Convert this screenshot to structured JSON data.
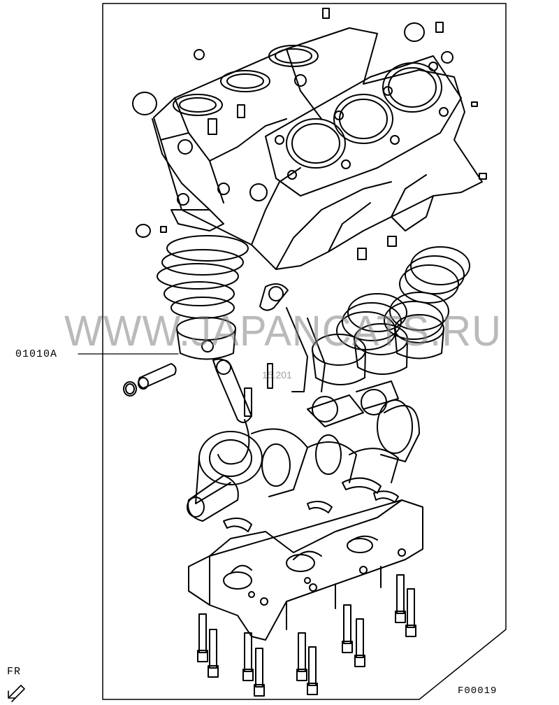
{
  "diagram": {
    "part_callout": "01010A",
    "figure_code": "F00019",
    "direction_label": "FR",
    "watermark_text": "WWW.JAPANCATS.RU",
    "watermark_date": "15.201"
  },
  "colors": {
    "line": "#000000",
    "background": "#ffffff",
    "watermark": "#9a9a9a"
  },
  "icons": [
    "front-direction-arrow-icon"
  ]
}
